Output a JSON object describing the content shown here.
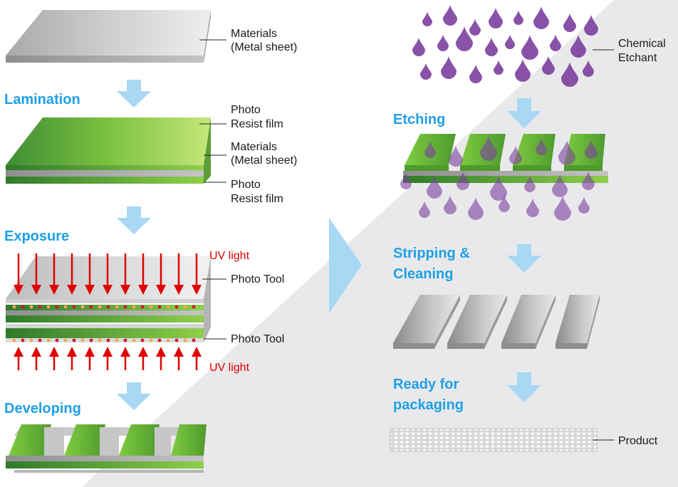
{
  "colors": {
    "accent": "#1ea0e6",
    "arrow": "#a8d8f4",
    "uv": "#e00000",
    "etchant": "#7b3fa0",
    "film": "#7cc240",
    "metal": "#b8b8b8",
    "bg_right": "#e9e9eb"
  },
  "steps": {
    "lamination": "Lamination",
    "exposure": "Exposure",
    "developing": "Developing",
    "etching": "Etching",
    "stripping_1": "Stripping &",
    "stripping_2": "Cleaning",
    "ready_1": "Ready for",
    "ready_2": "packaging"
  },
  "labels": {
    "materials_1": "Materials",
    "materials_2": "(Metal sheet)",
    "photo_1": "Photo",
    "resist_2": "Resist film",
    "uv_light": "UV light",
    "photo_tool": "Photo Tool",
    "chemical": "Chemical",
    "etchant": "Etchant",
    "product": "Product"
  },
  "icons": [
    "flow-arrow-icon",
    "uv-arrow-icon",
    "etchant-drop-icon"
  ]
}
